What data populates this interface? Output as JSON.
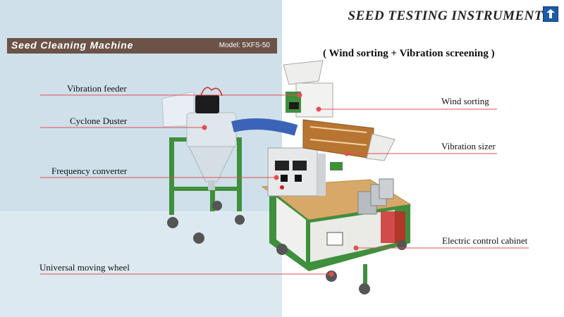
{
  "header": {
    "brand_text": "SEED TESTING INSTRUMENT",
    "logo_icon": "company-logo-icon"
  },
  "title_bar": {
    "title": "Seed Cleaning Machine",
    "model": "Model: 5XFS-50"
  },
  "subtitle": "( Wind sorting + Vibration screening )",
  "callouts": {
    "vibration_feeder": "Vibration feeder",
    "cyclone_duster": "Cyclone Duster",
    "frequency_converter": "Frequency converter",
    "universal_moving_wheel": "Universal moving wheel",
    "wind_sorting": "Wind sorting",
    "vibration_sizer": "Vibration sizer",
    "electric_control_cabinet": "Electric control cabinet"
  },
  "colors": {
    "callout_line": "#e05050",
    "frame_green": "#3f8f3c",
    "duct_blue": "#3b64b8",
    "table_wood": "#d8a868",
    "title_bar_bg": "#6b5347",
    "left_panel_bg": "#cfe0ea"
  }
}
